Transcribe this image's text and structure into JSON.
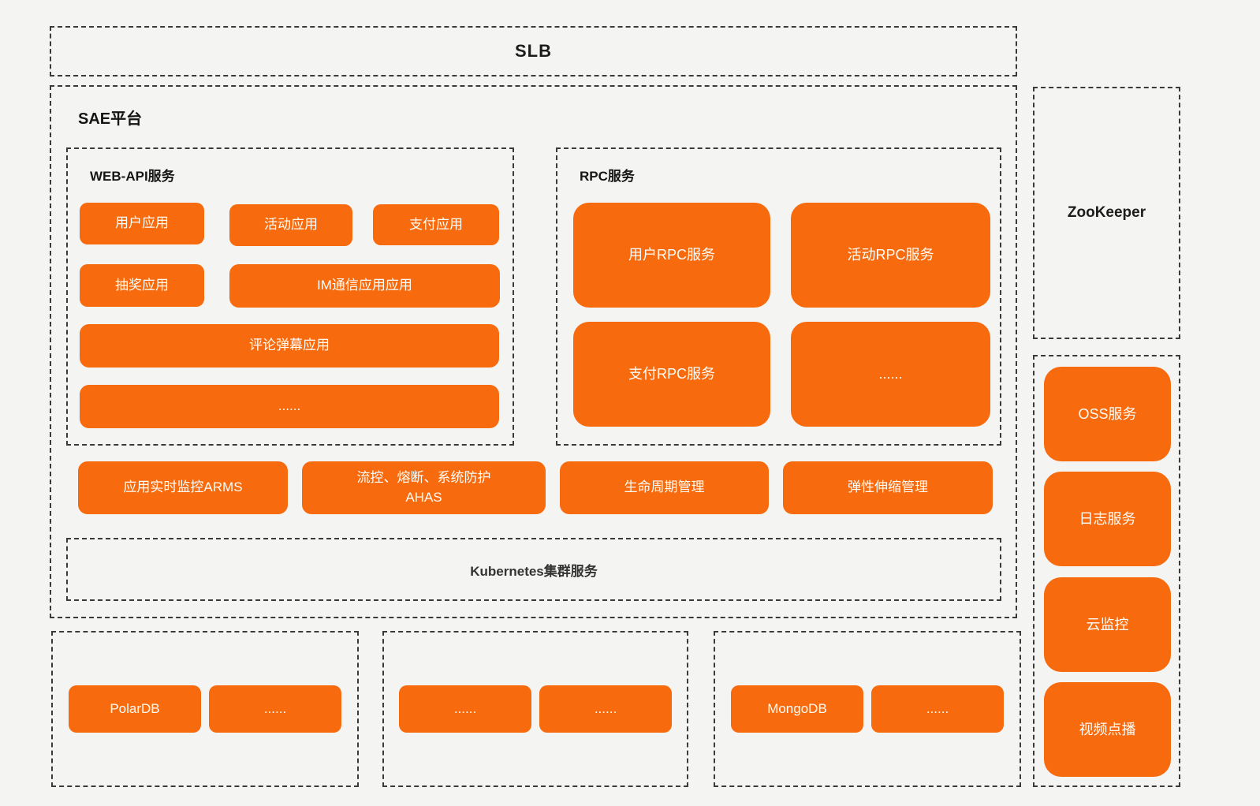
{
  "colors": {
    "accent_orange": "#f76a0e",
    "dashed_border": "#3a3a3a",
    "background": "#f4f4f2",
    "heading_text": "#161616",
    "node_text": "#fffdf8"
  },
  "slb": {
    "label": "SLB"
  },
  "sae": {
    "label": "SAE平台",
    "web_api": {
      "title": "WEB-API服务",
      "apps": [
        {
          "label": "用户应用"
        },
        {
          "label": "活动应用"
        },
        {
          "label": "支付应用"
        },
        {
          "label": "抽奖应用"
        },
        {
          "label": "IM通信应用应用"
        },
        {
          "label": "评论弹幕应用"
        },
        {
          "label": "......"
        }
      ]
    },
    "rpc": {
      "title": "RPC服务",
      "services": [
        {
          "label": "用户RPC服务"
        },
        {
          "label": "活动RPC服务"
        },
        {
          "label": "支付RPC服务"
        },
        {
          "label": "......"
        }
      ]
    },
    "platform_capabilities": [
      {
        "label": "应用实时监控ARMS"
      },
      {
        "label": "流控、熔断、系统防护",
        "sublabel": "AHAS"
      },
      {
        "label": "生命周期管理"
      },
      {
        "label": "弹性伸缩管理"
      }
    ],
    "kubernetes": {
      "label": "Kubernetes集群服务"
    }
  },
  "data_stores": {
    "group1": [
      {
        "label": "PolarDB"
      },
      {
        "label": "......"
      }
    ],
    "group2": [
      {
        "label": "......"
      },
      {
        "label": "......"
      }
    ],
    "group3": [
      {
        "label": "MongoDB"
      },
      {
        "label": "......"
      }
    ]
  },
  "right_column": {
    "zookeeper": {
      "label": "ZooKeeper"
    },
    "cloud_services": [
      {
        "label": "OSS服务"
      },
      {
        "label": "日志服务"
      },
      {
        "label": "云监控"
      },
      {
        "label": "视频点播"
      }
    ]
  }
}
